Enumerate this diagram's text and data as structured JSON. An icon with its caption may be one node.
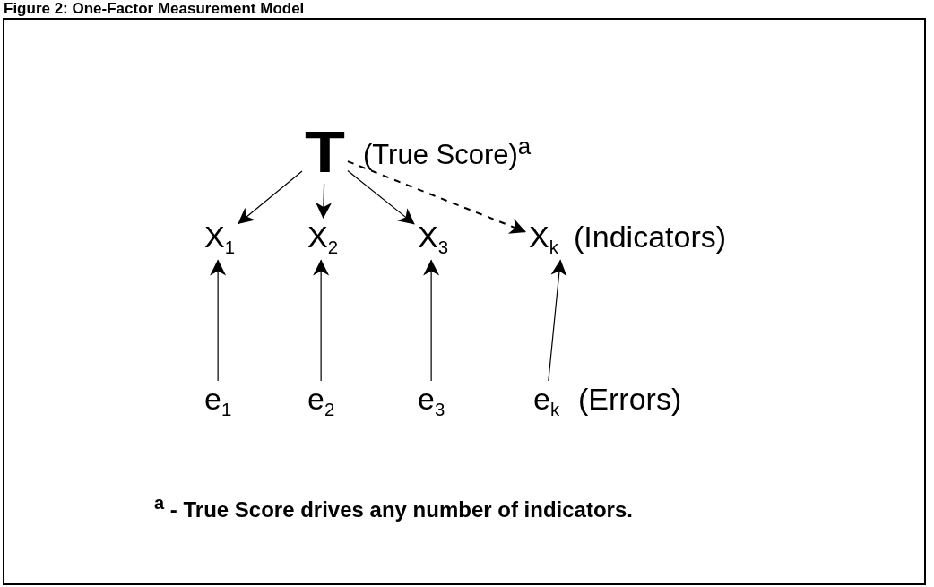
{
  "diagram": {
    "title": "Figure 2: One-Factor Measurement Model",
    "nodes": [
      {
        "text": [
          "T"
        ],
        "beside": [
          "(True Score)$^{a}$"
        ]
      },
      {
        "text": [
          "X$_{1}$"
        ]
      },
      {
        "text": [
          "X$_{2}$"
        ]
      },
      {
        "text": [
          "X$_{3}$"
        ]
      },
      {
        "text": [
          "X$_{k}$"
        ]
      },
      {
        "text": [
          "e$_{1}$"
        ]
      },
      {
        "text": [
          "e$_{2}$"
        ]
      },
      {
        "text": [
          "e$_{3}$"
        ]
      },
      {
        "text": [
          "e$_{k}$"
        ]
      }
    ],
    "edges": [
      {
        "from": 0,
        "to": 1,
        "arrow": "to"
      },
      {
        "from": 0,
        "to": 2,
        "arrow": "to"
      },
      {
        "from": 0,
        "to": 3,
        "arrow": "to"
      },
      {
        "from": 0,
        "to": 4,
        "arrow": "to",
        "style": "dashed"
      },
      {
        "from": 5,
        "to": 1,
        "arrow": "to"
      },
      {
        "from": 6,
        "to": 2,
        "arrow": "to"
      },
      {
        "from": 7,
        "to": 3,
        "arrow": "to"
      },
      {
        "from": 8,
        "to": 4,
        "arrow": "to"
      }
    ],
    "labels": [
      "(Indicators)",
      "(Errors)",
      "$^{a}$ - True Score drives any number of indicators."
    ]
  }
}
